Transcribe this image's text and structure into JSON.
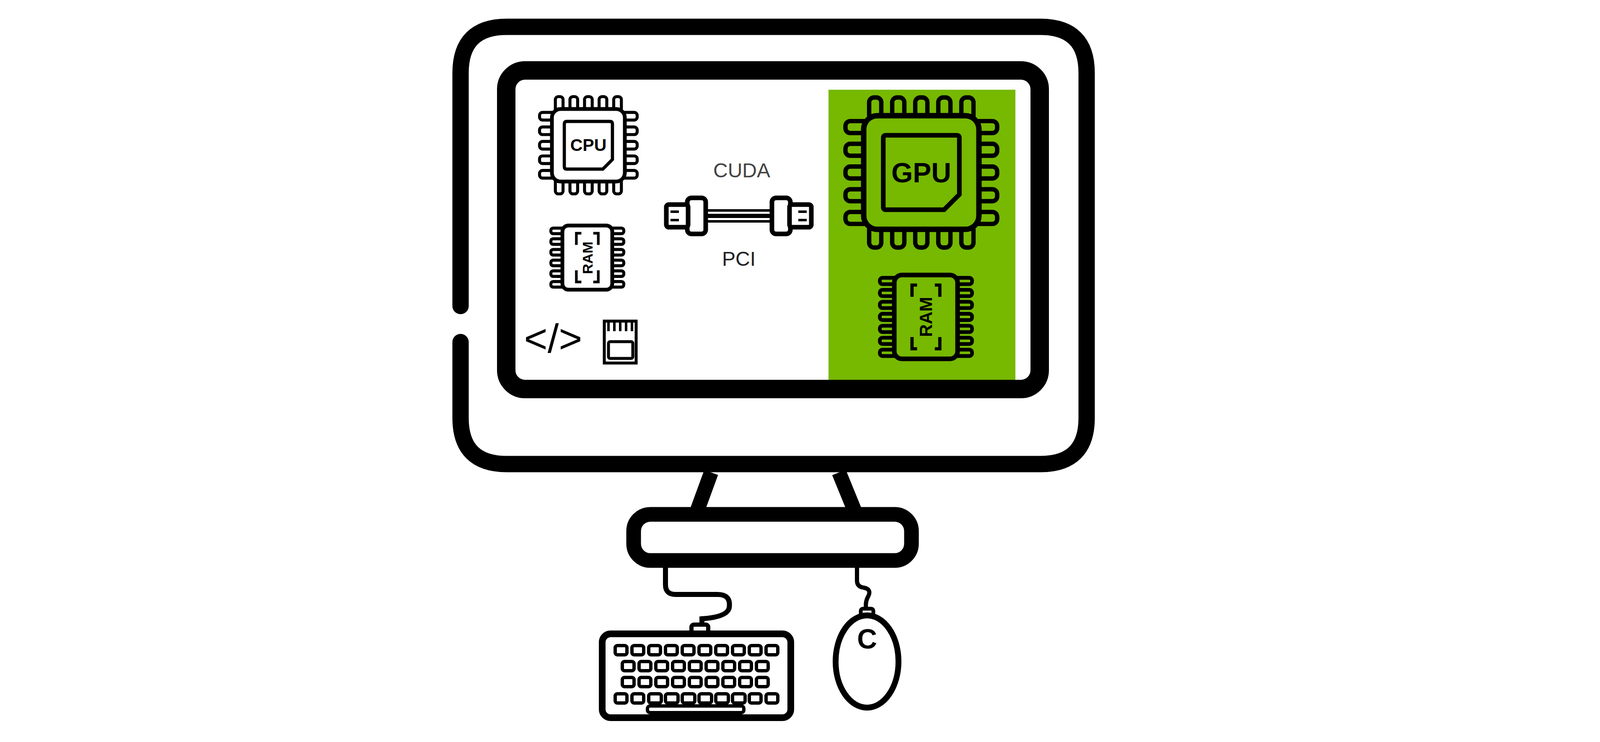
{
  "diagram": {
    "nodes": [
      {
        "text": [
          "CPU"
        ]
      },
      {
        "text": [
          "RAM"
        ]
      },
      {
        "text": [
          "GPU"
        ]
      },
      {
        "text": [
          "RAM"
        ]
      }
    ],
    "labels": [
      "CUDA",
      "PCI",
      "</>",
      "C"
    ]
  }
}
